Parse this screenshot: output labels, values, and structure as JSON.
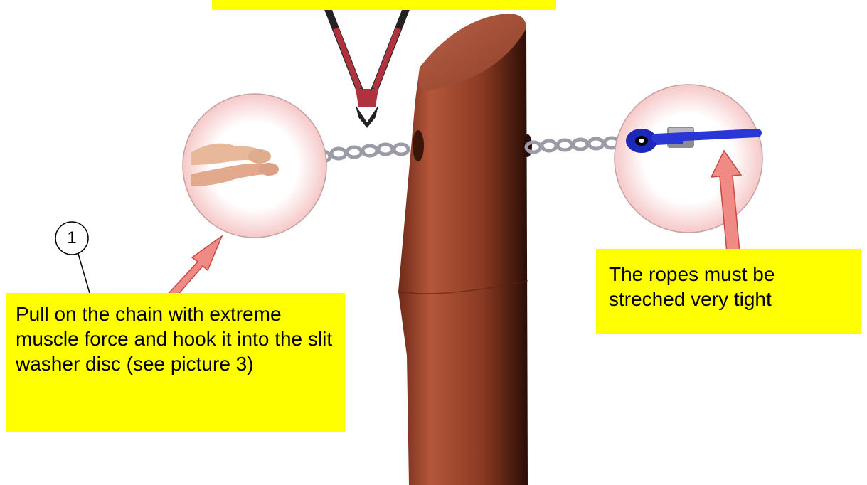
{
  "callout": {
    "number": "1"
  },
  "notes": {
    "top": "",
    "left": "Pull on the chain with extreme muscle force and hook it into the slit washer disc (see picture 3)",
    "right": "The ropes must be streched very tight"
  },
  "colors": {
    "label_bg": "#ffff00",
    "post": "#9a4a2e",
    "arrow": "#f08a84",
    "circle_fill": "#fff5f5",
    "chain": "#b7b8c2",
    "rope": "#2a36d6",
    "cutter_handle": "#b0323e"
  },
  "icons": [
    "hands-pulling-icon",
    "chain-icon",
    "bolt-cutter-icon",
    "rope-thimble-icon",
    "arrow-icon"
  ]
}
